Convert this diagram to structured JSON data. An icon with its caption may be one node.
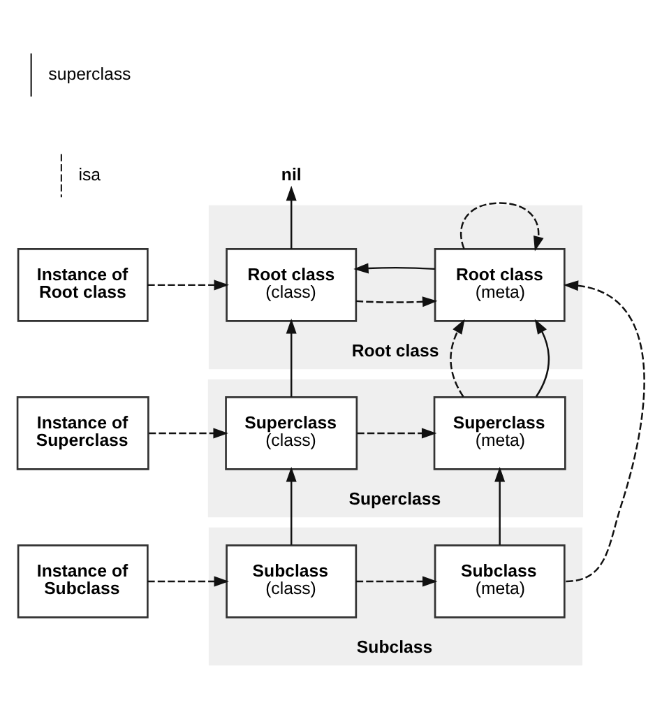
{
  "diagram": {
    "nodes": [
      {
        "text": [
          "nil"
        ]
      },
      {
        "text": [
          "Root class"
        ]
      },
      {
        "text": [
          "Root class",
          "(class)"
        ],
        "in": 1
      },
      {
        "text": [
          "Root class",
          "(meta)"
        ],
        "in": 1
      },
      {
        "text": [
          "Instance of Root class"
        ]
      },
      {
        "text": [
          "Superclass"
        ]
      },
      {
        "text": [
          "Superclass",
          "(class)"
        ],
        "in": 5
      },
      {
        "text": [
          "Superclass",
          "(meta)"
        ],
        "in": 5
      },
      {
        "text": [
          "Instance of Superclass"
        ]
      },
      {
        "text": [
          "Subclass"
        ]
      },
      {
        "text": [
          "Subclass",
          "(class)"
        ],
        "in": 9
      },
      {
        "text": [
          "Subclass",
          "(meta)"
        ],
        "in": 9
      },
      {
        "text": [
          "Instance of Subclass"
        ]
      }
    ],
    "edges": [
      {
        "from": 2,
        "to": 0,
        "arrow": "to"
      },
      {
        "from": 3,
        "to": 2,
        "arrow": "to"
      },
      {
        "from": 4,
        "to": 2,
        "arrow": "to",
        "style": "dashed"
      },
      {
        "from": 2,
        "to": 3,
        "arrow": "to",
        "style": "dashed"
      },
      {
        "from": 3,
        "to": 3,
        "arrow": "to",
        "style": "dashed"
      },
      {
        "from": 6,
        "to": 2,
        "arrow": "to"
      },
      {
        "from": 7,
        "to": 3,
        "arrow": "to"
      },
      {
        "from": 8,
        "to": 6,
        "arrow": "to",
        "style": "dashed"
      },
      {
        "from": 6,
        "to": 7,
        "arrow": "to",
        "style": "dashed"
      },
      {
        "from": 7,
        "to": 3,
        "arrow": "to",
        "style": "dashed"
      },
      {
        "from": 10,
        "to": 6,
        "arrow": "to"
      },
      {
        "from": 11,
        "to": 7,
        "arrow": "to"
      },
      {
        "from": 12,
        "to": 10,
        "arrow": "to",
        "style": "dashed"
      },
      {
        "from": 10,
        "to": 11,
        "arrow": "to",
        "style": "dashed"
      },
      {
        "from": 11,
        "to": 3,
        "arrow": "to",
        "style": "dashed"
      }
    ],
    "legend": [
      {
        "text": "superclass"
      },
      {
        "text": "isa"
      }
    ]
  }
}
